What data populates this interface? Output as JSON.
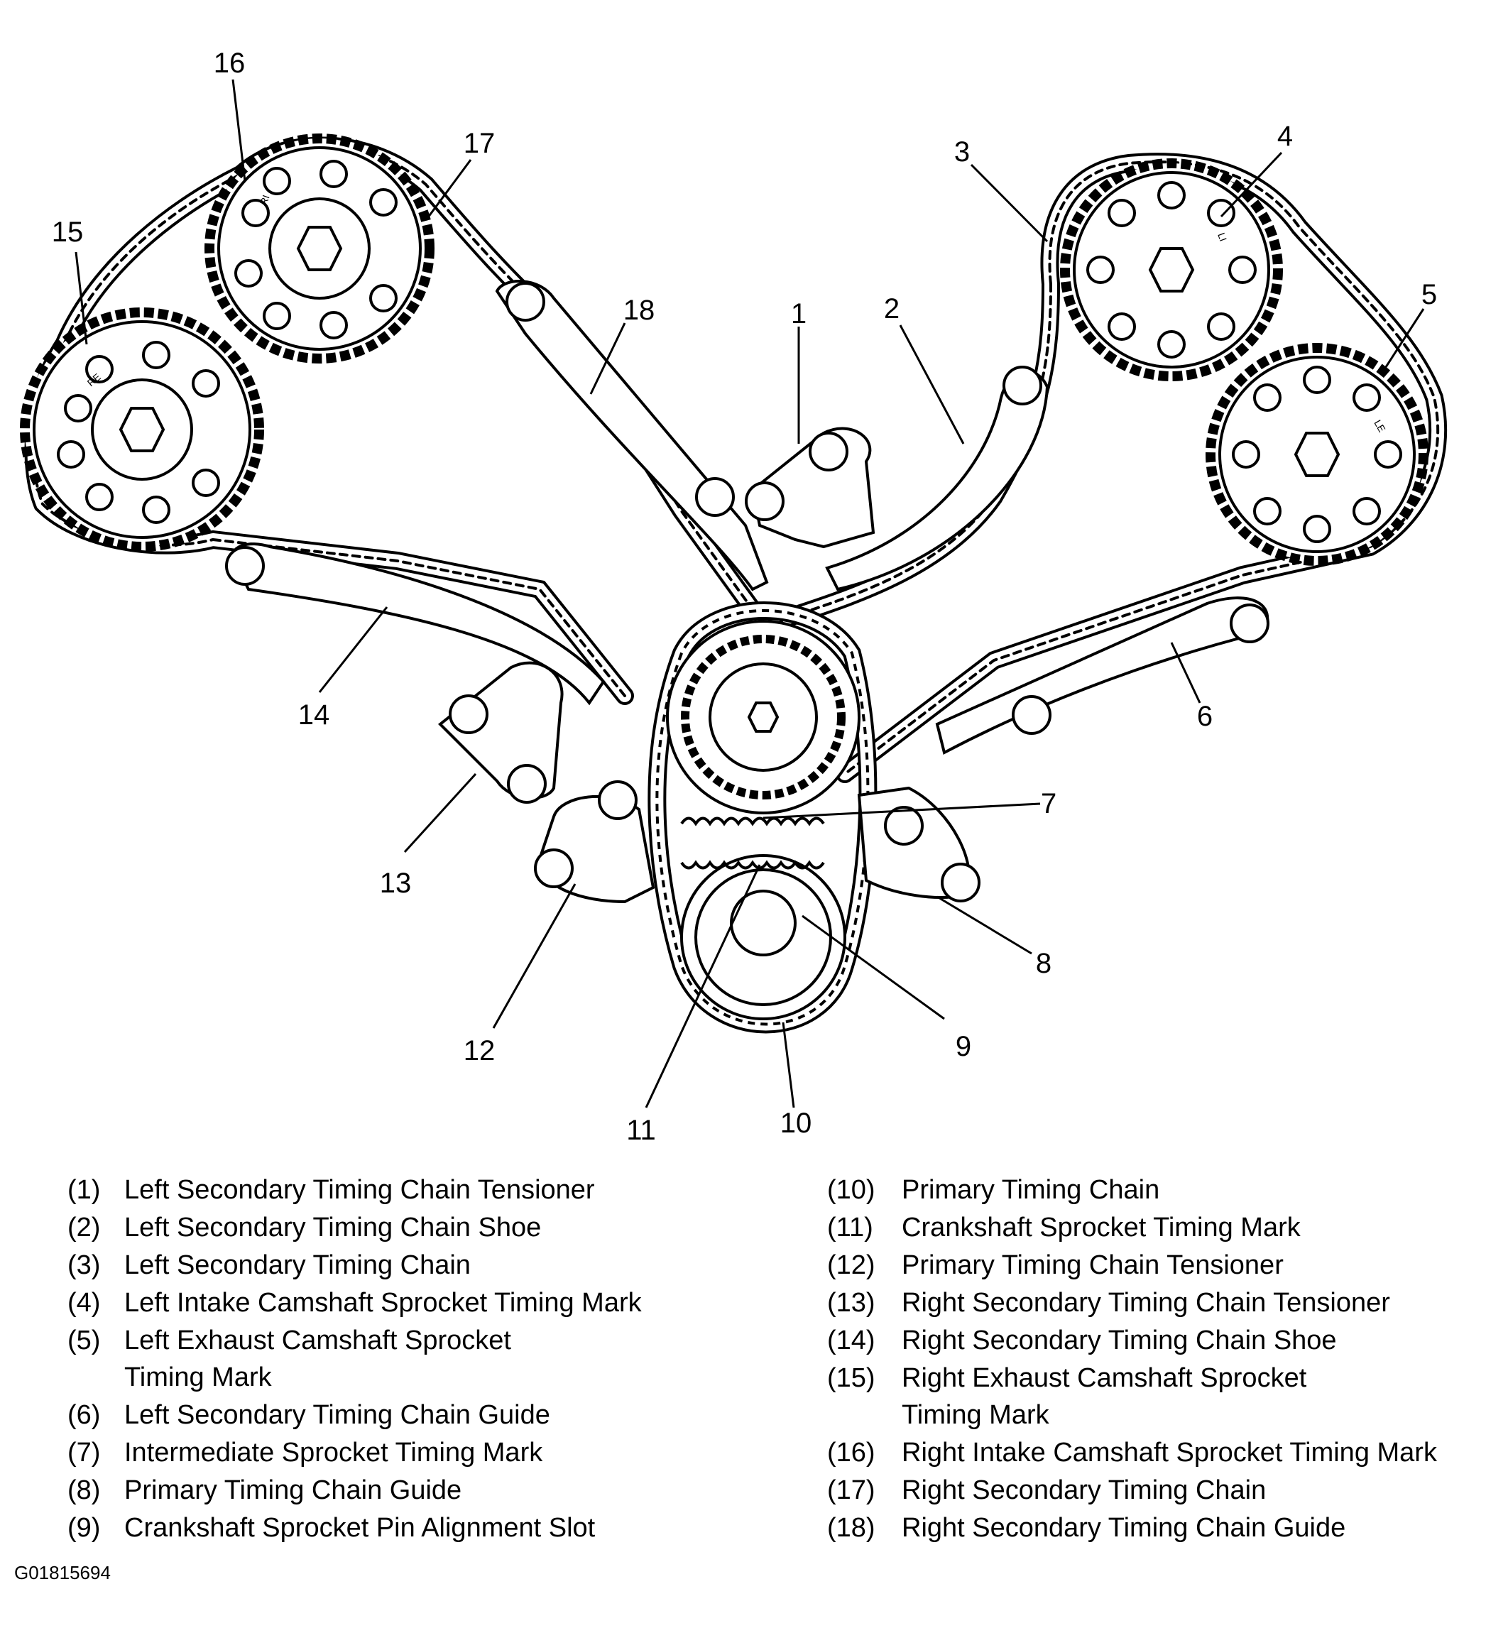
{
  "callouts": [
    "1",
    "2",
    "3",
    "4",
    "5",
    "6",
    "7",
    "8",
    "9",
    "10",
    "11",
    "12",
    "13",
    "14",
    "15",
    "16",
    "17",
    "18"
  ],
  "legend": {
    "left": [
      {
        "num": "(1)",
        "text": "Left Secondary Timing Chain Tensioner"
      },
      {
        "num": "(2)",
        "text": "Left Secondary Timing Chain Shoe"
      },
      {
        "num": "(3)",
        "text": "Left Secondary Timing Chain"
      },
      {
        "num": "(4)",
        "text": "Left Intake Camshaft Sprocket Timing Mark"
      },
      {
        "num": "(5)",
        "text": "Left Exhaust Camshaft Sprocket\nTiming Mark"
      },
      {
        "num": "(6)",
        "text": "Left Secondary Timing Chain Guide"
      },
      {
        "num": "(7)",
        "text": "Intermediate Sprocket Timing Mark"
      },
      {
        "num": "(8)",
        "text": "Primary Timing Chain Guide"
      },
      {
        "num": "(9)",
        "text": "Crankshaft Sprocket Pin Alignment Slot"
      }
    ],
    "right": [
      {
        "num": "(10)",
        "text": "Primary Timing Chain"
      },
      {
        "num": "(11)",
        "text": "Crankshaft Sprocket Timing Mark"
      },
      {
        "num": "(12)",
        "text": "Primary Timing Chain Tensioner"
      },
      {
        "num": "(13)",
        "text": "Right Secondary Timing Chain Tensioner"
      },
      {
        "num": "(14)",
        "text": "Right Secondary Timing Chain Shoe"
      },
      {
        "num": "(15)",
        "text": "Right Exhaust Camshaft Sprocket\nTiming Mark"
      },
      {
        "num": "(16)",
        "text": "Right Intake Camshaft Sprocket Timing Mark"
      },
      {
        "num": "(17)",
        "text": "Right Secondary Timing Chain"
      },
      {
        "num": "(18)",
        "text": "Right Secondary Timing Chain Guide"
      }
    ]
  },
  "sprocket_marks": {
    "ri": "RI",
    "re": "RE",
    "li": "LI",
    "le": "LE"
  },
  "figure_id": "G01815694"
}
